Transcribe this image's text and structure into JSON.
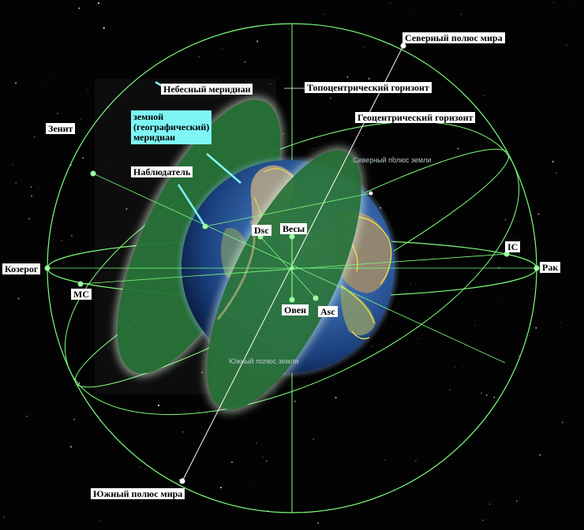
{
  "labels": {
    "north_celestial_pole": "Северный полюс мира",
    "south_celestial_pole": "Южный полюс мира",
    "celestial_meridian": "Небесный меридиан",
    "topocentric_horizon": "Топоцентрический горизонт",
    "geocentric_horizon": "Геоцентрический горизонт",
    "zenith": "Зенит",
    "terrestrial_meridian": "земной (географический) меридиан",
    "observer": "Наблюдатель",
    "dsc": "Dsc",
    "libra": "Весы",
    "capricorn": "Козерог",
    "mc": "MC",
    "aries": "Овен",
    "asc": "Asc",
    "ic": "IC",
    "cancer": "Рак"
  },
  "globe_text": {
    "north_pole": "Северный полюс земли",
    "south_pole": "Южный полюс земли"
  },
  "colors": {
    "background": "#030303",
    "grid_line": "#7dff7d",
    "plane_fill": "#1f6b30",
    "label_bg": "#ffffff",
    "cyan_label_bg": "#7ff6f6",
    "pointer": "#7ff6f6",
    "coastline": "#f2e24a",
    "ocean": "#2b5fa8"
  }
}
